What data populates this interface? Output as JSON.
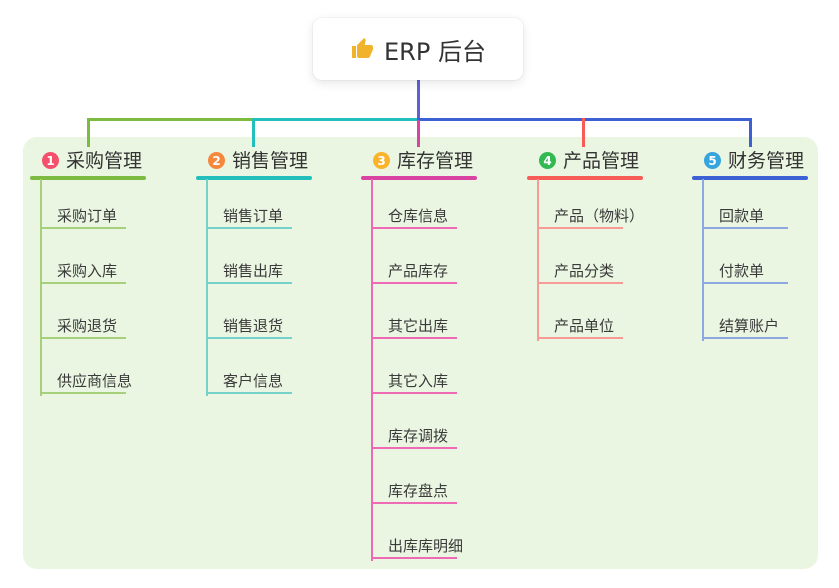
{
  "root": {
    "label": "ERP 后台",
    "icon": "thumbs-up"
  },
  "panel": {
    "bg": "#eaf6e2"
  },
  "connector_colors": {
    "root_drop": "#5b62d9"
  },
  "branches": [
    {
      "number": "1",
      "label": "采购管理",
      "badge_color": "#f4506c",
      "line_color": "#7cbb3f",
      "light_color": "#a6d07c",
      "items": [
        "采购订单",
        "采购入库",
        "采购退货",
        "供应商信息"
      ]
    },
    {
      "number": "2",
      "label": "销售管理",
      "badge_color": "#f6883d",
      "line_color": "#22bfbc",
      "light_color": "#74d2ca",
      "items": [
        "销售订单",
        "销售出库",
        "销售退货",
        "客户信息"
      ]
    },
    {
      "number": "3",
      "label": "库存管理",
      "badge_color": "#fbb32a",
      "line_color": "#d943a1",
      "light_color": "#ee6ab4",
      "items": [
        "仓库信息",
        "产品库存",
        "其它出库",
        "其它入库",
        "库存调拨",
        "库存盘点",
        "出库库明细"
      ]
    },
    {
      "number": "4",
      "label": "产品管理",
      "badge_color": "#32b951",
      "line_color": "#f75c56",
      "light_color": "#f99b95",
      "items": [
        "产品（物料）",
        "产品分类",
        "产品单位"
      ]
    },
    {
      "number": "5",
      "label": "财务管理",
      "badge_color": "#36a4dd",
      "line_color": "#3d60d5",
      "light_color": "#8fa7e0",
      "items": [
        "回款单",
        "付款单",
        "结算账户"
      ]
    }
  ]
}
